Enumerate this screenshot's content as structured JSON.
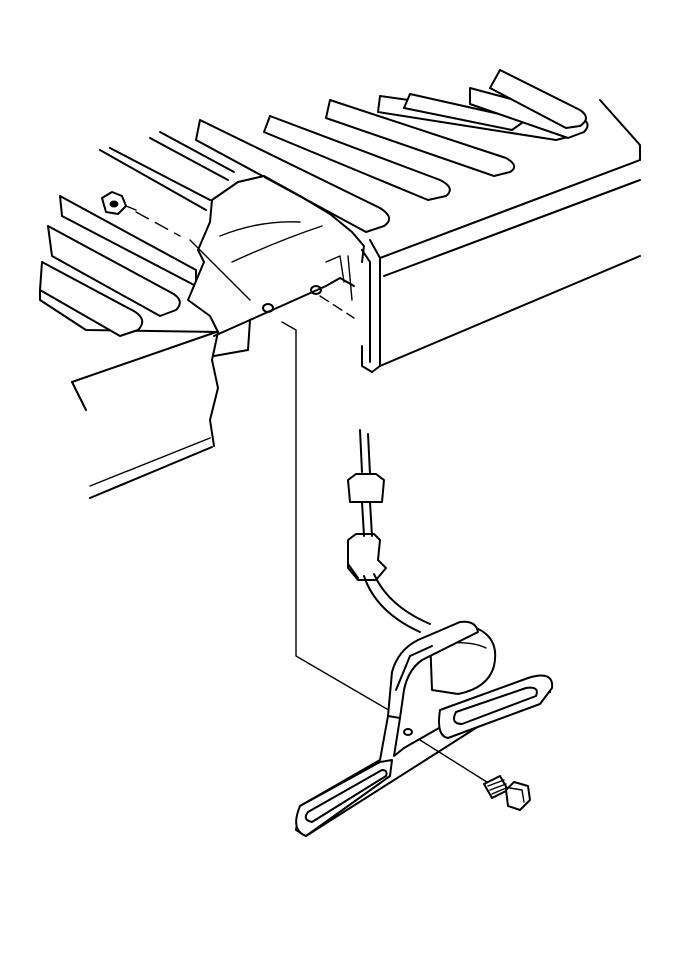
{
  "figure": {
    "background": "#ffffff",
    "ink": "#000000",
    "components": [
      {
        "name": "tailgate-panel"
      },
      {
        "name": "tailgate-ribs"
      },
      {
        "name": "cutaway-edge"
      },
      {
        "name": "mounting-nut"
      },
      {
        "name": "wire-harness"
      },
      {
        "name": "harness-connector"
      },
      {
        "name": "license-lamp"
      },
      {
        "name": "license-plate-bracket"
      },
      {
        "name": "mounting-bolt"
      },
      {
        "name": "alignment-leader-lines"
      }
    ]
  }
}
